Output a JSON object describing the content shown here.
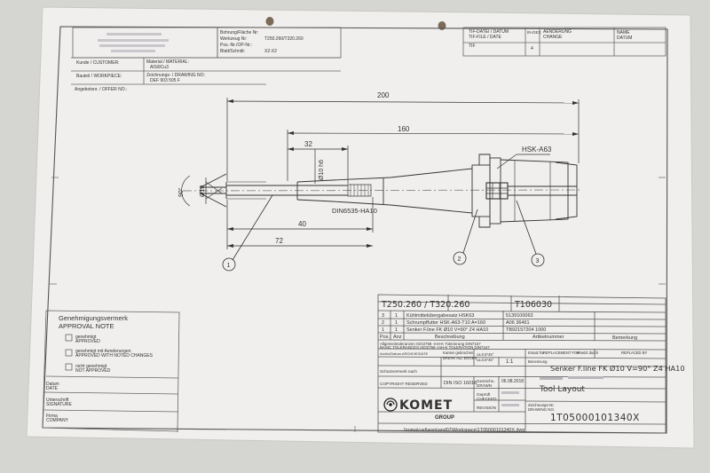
{
  "header": {
    "bohrung_label": "Bohrung/Fläche Nr:",
    "werkzeug_label": "Werkzeug Nr:",
    "werkzeug_value": "T250.260/T320.260",
    "pos_label": "Pos.-Nr./OP-Nr.:",
    "blatt_label": "Blatt/Schnitt:",
    "blatt_value": "X2-X2",
    "kunde_label": "Kunde / CUSTOMER:",
    "material_label": "Material / MATERIAL:",
    "material_value": "AlSi9Cu3",
    "bauteil_label": "Bauteil / WORKPIECE:",
    "zeichnungs_label": "Zeichnungs- / DRAWING NO:",
    "zeichnungs_value": "DEF 903 505 F",
    "angebot_label": "Angebotsnr. / OFFER NO.:",
    "tif_datei": "TIF-DATEI / DATUM",
    "tif_file": "TIF-FILE / DATE",
    "index_index": "IN-DEX",
    "tif": "TIF",
    "index_value": "4",
    "aenderung": "AENDERUNG",
    "change": "CHANGE",
    "name": "NAME",
    "datum": "DATUM"
  },
  "drawing": {
    "dim_200": "200",
    "dim_160": "160",
    "dim_32": "32",
    "dim_h6": "Ø10 h6",
    "dim_d10": "Ø10",
    "dim_angle": "90°",
    "dim_40": "40",
    "dim_72": "72",
    "hsk": "HSK-A63",
    "din": "DIN6535-HA10",
    "balloon_1": "1",
    "balloon_2": "2",
    "balloon_3": "3"
  },
  "approval": {
    "title": "Genehmigungsvermerk",
    "title_en": "APPROVAL NOTE",
    "opt1": "genehmigt",
    "opt1_en": "APPROVED",
    "opt2": "genehmigt mit Aenderungen",
    "opt2_en": "APPROVED WITH NOTED CHANGES",
    "opt3": "nicht genehmigt",
    "opt3_en": "NOT APPROVED",
    "datum": "Datum",
    "date": "DATE",
    "unterschrift": "Unterschrift",
    "signature": "SIGNATURE",
    "firma": "Firma",
    "company": "COMPANY"
  },
  "titleblock": {
    "tool_no": "T250.260 / T320.260",
    "t_no": "T106030",
    "bom": [
      {
        "pos": "3",
        "anz": "1",
        "desc": "Kühlmittelübergabesatz HSK63",
        "art": "5139100063",
        "bem": ""
      },
      {
        "pos": "2",
        "anz": "1",
        "desc": "Schrumpffutter HSK-A63-T10 A=160",
        "art": "A06 36461",
        "bem": ""
      },
      {
        "pos": "1",
        "anz": "1",
        "desc": "Senker F.line FK Ø10 V=90° Z4 HA10",
        "art": "TB92157204 1000",
        "bem": ""
      }
    ],
    "h_pos": "Pos.",
    "h_anz": "Anz",
    "h_desc": "Beschreibung",
    "h_art": "Artikelnummer",
    "h_bem": "Bemerkung",
    "tol1": "Allgemeintoleranzen ISO2768 -mH-K  Tolerierung DIN7167",
    "tol2": "BASIC TOLERANCES ISO2768 -mH-K  TOLERATION DIN7167",
    "archiv": "Archiv/Datum ARCHIVE/DATE",
    "kanten": "Kanten gebrochen",
    "kanten_val": "ca.0,5*45°",
    "break": "BREAK ALL EDGES",
    "break_val": "ca.0,5*45°",
    "scale": "1:1",
    "ersatz": "Ersatz für",
    "replacement": "REPLACEMENT FOR",
    "ersetzt": "ersetzt durch",
    "replaced": "REPLACED BY",
    "benennung": "Benennung",
    "title_value": "Senker F.line FK Ø10 V=90° Z4 HA10",
    "title_sub": "Tool Layout",
    "schutz": "Schutzvermerk nach",
    "copyright": "COPYRIGHT RESERVED",
    "din_iso": "DIN ISO 16016",
    "gezeichnet": "Gezeichn.",
    "drawn": "DRAWN",
    "drawn_date": "06.08.2018",
    "geprueft": "Geprüft",
    "checked": "CHECKED",
    "revision": "REVISION",
    "logo": "KOMET",
    "group": "GROUP",
    "zeichnr_label": "Zeichnungs-Nr.",
    "drawing_no_label": "DRAWING NO.",
    "drawing_no": "1T05000101340X",
    "path": "\\\\roma\\cad\\wsm\\and07\\Workspace\\1T05000101340X.dwg"
  }
}
